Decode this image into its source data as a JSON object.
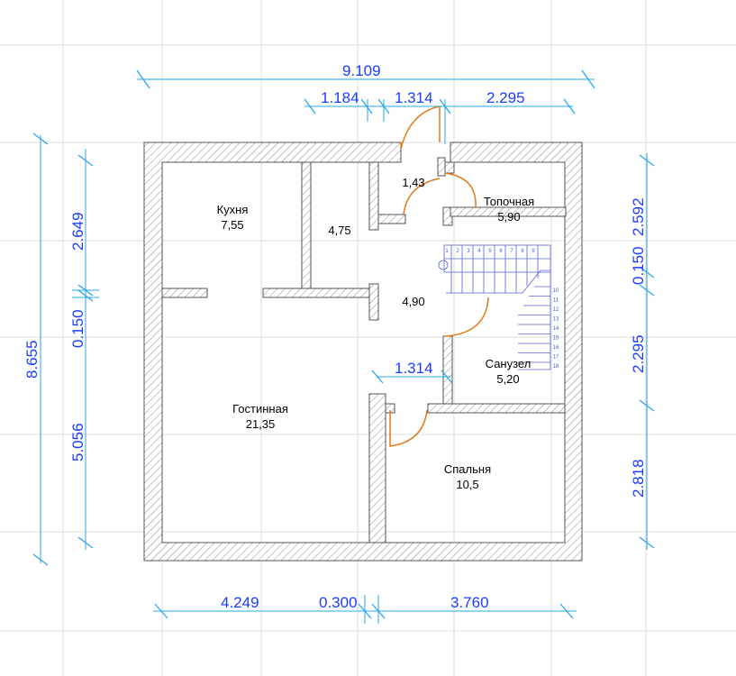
{
  "grid": {
    "line_color": "#dedede",
    "spacing": "regular"
  },
  "colors": {
    "dimension_text": "#1a3cff",
    "dimension_line": "#29a7e8",
    "wall_outline": "#555555",
    "door_swing": "#e07b1a",
    "stair": "#5b63d6"
  },
  "rooms": [
    {
      "id": "kitchen",
      "name": "Кухня",
      "area": "7,55"
    },
    {
      "id": "hall-upper",
      "name": "",
      "area": "4,75"
    },
    {
      "id": "vestibule",
      "name": "",
      "area": "1,43"
    },
    {
      "id": "boiler",
      "name": "Топочная",
      "area": "5,90"
    },
    {
      "id": "corridor",
      "name": "",
      "area": "4,90"
    },
    {
      "id": "bathroom",
      "name": "Санузел",
      "area": "5,20"
    },
    {
      "id": "living",
      "name": "Гостинная",
      "area": "21,35"
    },
    {
      "id": "bedroom",
      "name": "Спальня",
      "area": "10,5"
    }
  ],
  "dimensions": {
    "top_overall": "9.109",
    "top_segments": [
      "1.184",
      "1.314",
      "2.295"
    ],
    "inner_door": "1.314",
    "left_overall": "8.655",
    "left_segments": [
      "2.649",
      "0.150",
      "5.056"
    ],
    "right_segments": [
      "2.592",
      "0.150",
      "2.295",
      "2.818"
    ],
    "bottom_segments": [
      "4.249",
      "0.300",
      "3.760"
    ]
  },
  "stair_steps": [
    "1",
    "2",
    "3",
    "4",
    "5",
    "6",
    "7",
    "8",
    "9",
    "10",
    "11",
    "12",
    "13",
    "14",
    "15",
    "16",
    "17",
    "18"
  ]
}
